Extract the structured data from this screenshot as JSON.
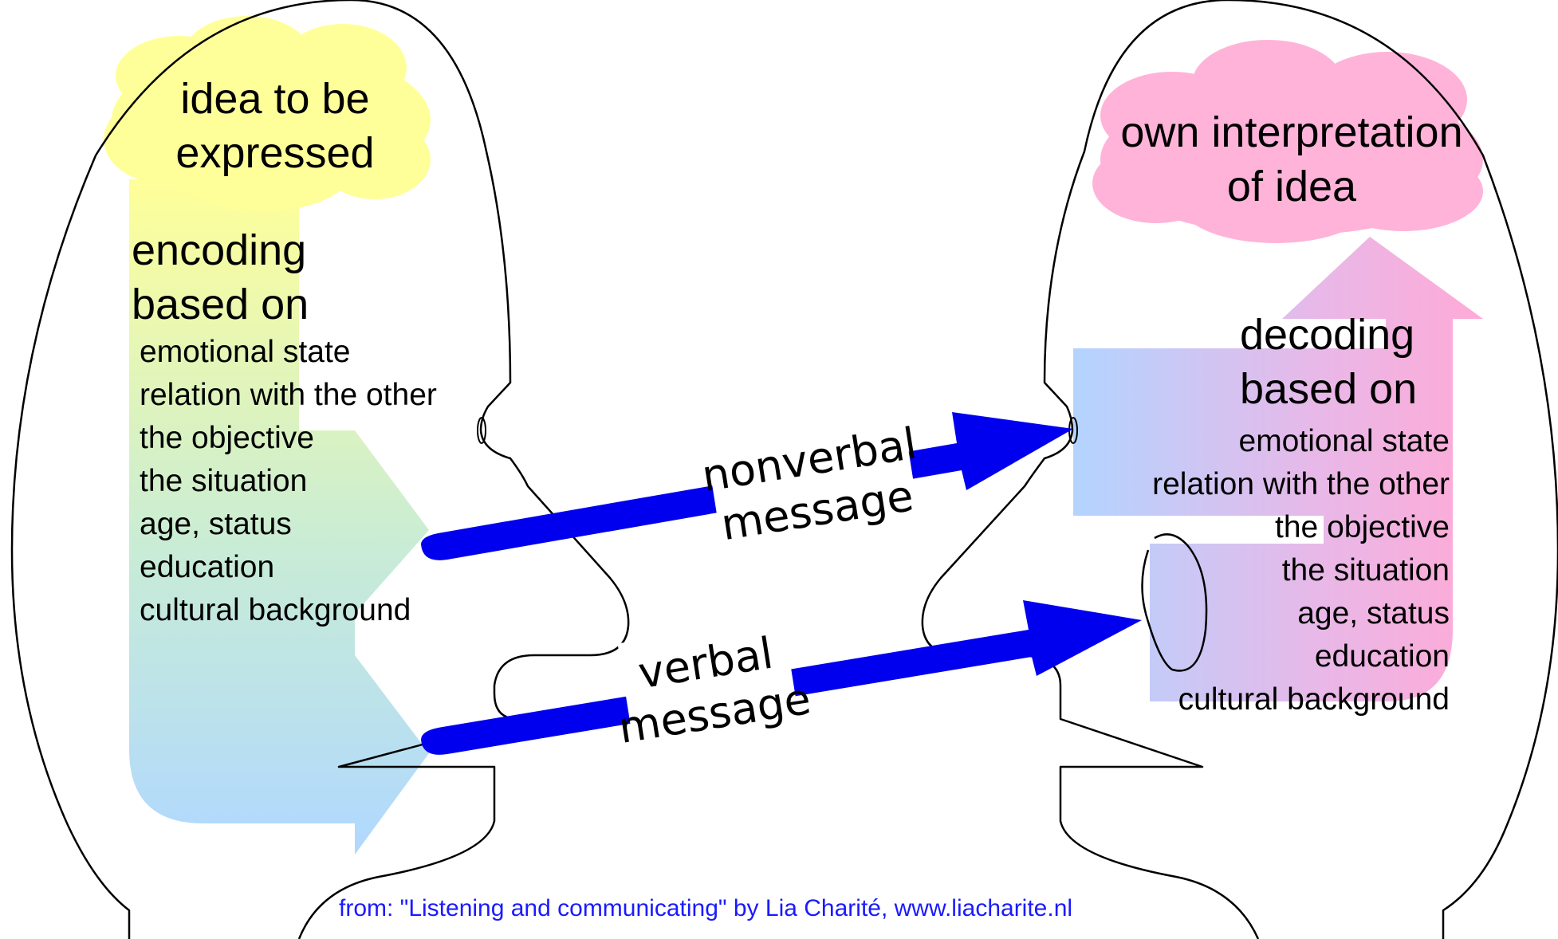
{
  "sender": {
    "idea": [
      "idea to be",
      "expressed"
    ],
    "heading": [
      "encoding",
      "based on"
    ],
    "factors": [
      "emotional state",
      "relation with the other",
      "the objective",
      "the situation",
      "age, status",
      "education",
      "cultural background"
    ]
  },
  "receiver": {
    "idea": [
      "own interpretation",
      "of idea"
    ],
    "heading": [
      "decoding",
      "based on"
    ],
    "factors": [
      "emotional state",
      "relation with the other",
      "the objective",
      "the situation",
      "age, status",
      "education",
      "cultural background"
    ]
  },
  "messages": {
    "nonverbal": [
      "nonverbal",
      "message"
    ],
    "verbal": [
      "verbal",
      "message"
    ]
  },
  "credit": "from: \"Listening and communicating\" by Lia Charité, www.liacharite.nl",
  "colors": {
    "arrow": "#0000ee",
    "idea_cloud": "#ffff99",
    "interpretation_cloud": "#ffb3d9",
    "credit_text": "#1a1aff"
  }
}
